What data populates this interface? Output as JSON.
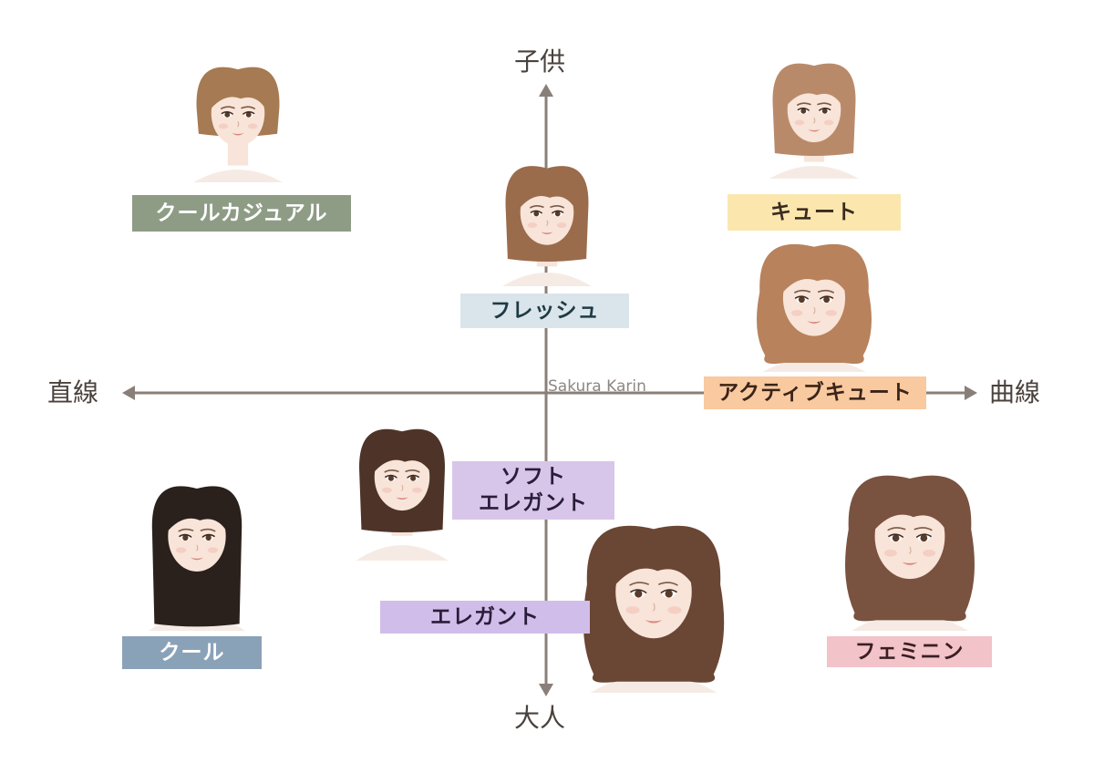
{
  "axes": {
    "top": "子供",
    "bottom": "大人",
    "left": "直線",
    "right": "曲線"
  },
  "watermark": "Sakura Karin",
  "colors": {
    "axis": "#8a7f78",
    "skin": "#f8e4d8",
    "lip": "#d9847c",
    "eye": "#5a3a2a"
  },
  "types": [
    {
      "id": "cool-casual",
      "lines": [
        "クールカジュアル"
      ],
      "bg": "#8e9c86",
      "fg": "#ffffff",
      "hair": "#a67a52",
      "length": "short"
    },
    {
      "id": "cute",
      "lines": [
        "キュート"
      ],
      "bg": "#fbe7ae",
      "fg": "#3a2a20",
      "hair": "#b98a6a",
      "length": "medium"
    },
    {
      "id": "fresh",
      "lines": [
        "フレッシュ"
      ],
      "bg": "#d9e5ea",
      "fg": "#1f3a44",
      "hair": "#9a6c4c",
      "length": "medium"
    },
    {
      "id": "active-cute",
      "lines": [
        "アクティブキュート"
      ],
      "bg": "#f9c9a0",
      "fg": "#3a2418",
      "hair": "#b8825c",
      "length": "wavy"
    },
    {
      "id": "soft-elegant",
      "lines": [
        "ソフト",
        "エレガント"
      ],
      "bg": "#d8c6ea",
      "fg": "#2a1d3a",
      "hair": "#4e3428",
      "length": "medium"
    },
    {
      "id": "cool",
      "lines": [
        "クール"
      ],
      "bg": "#8aa2b8",
      "fg": "#ffffff",
      "hair": "#2a201c",
      "length": "long"
    },
    {
      "id": "elegant",
      "lines": [
        "エレガント"
      ],
      "bg": "#d1bde9",
      "fg": "#2a1d3a",
      "hair": "#6a4634",
      "length": "wavy"
    },
    {
      "id": "feminine",
      "lines": [
        "フェミニン"
      ],
      "bg": "#f2c3c8",
      "fg": "#3a1e22",
      "hair": "#7a5240",
      "length": "wavy"
    }
  ]
}
